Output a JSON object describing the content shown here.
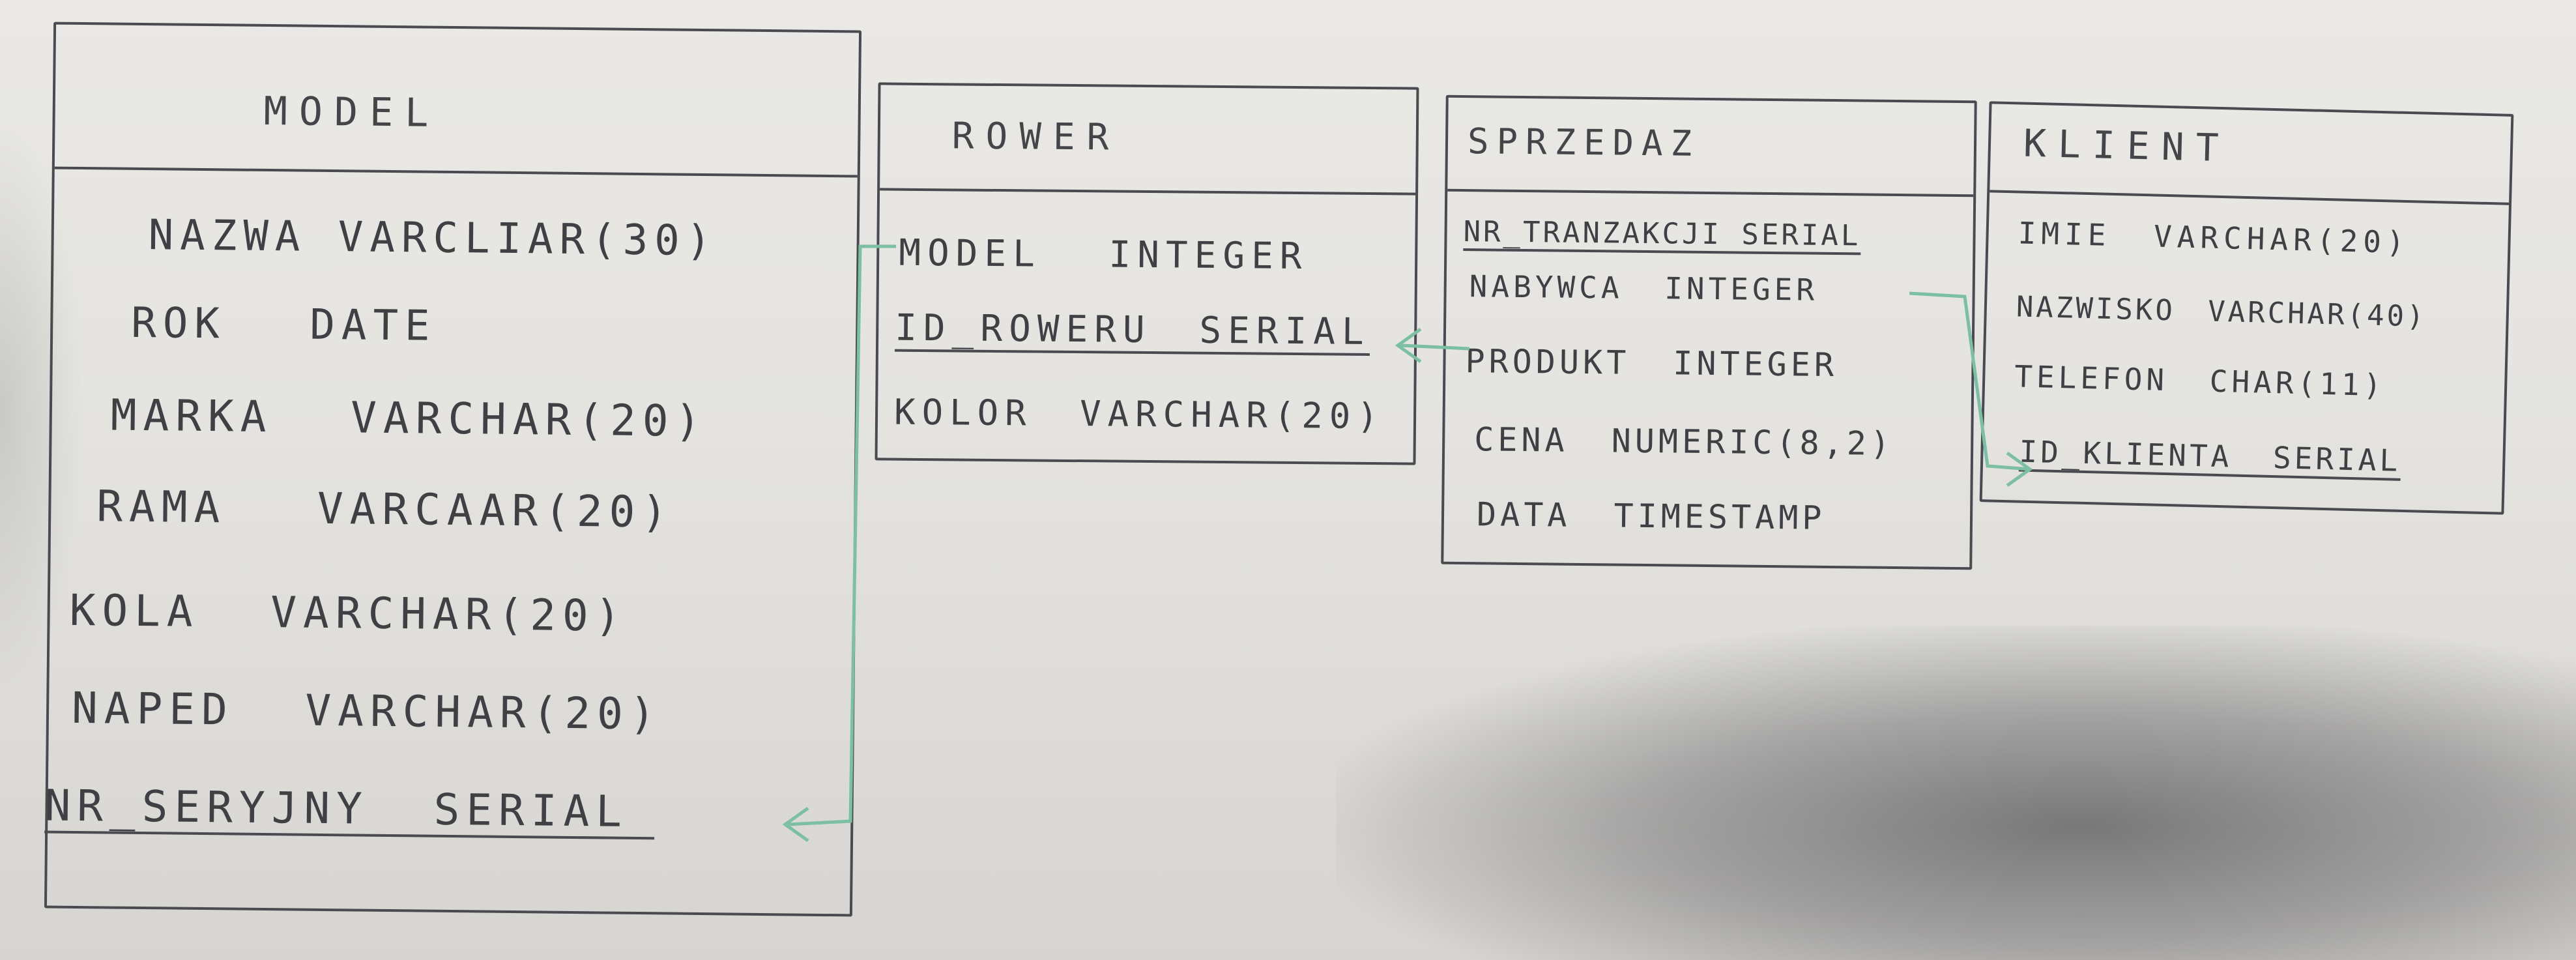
{
  "entities": {
    "model": {
      "title": "MODEL",
      "attributes": [
        "NAZWA VARCLIAR(30)",
        "ROK DATE",
        "MARKA VARCHAR(20)",
        "RAMA VARCAAR(20)",
        "KOLA VARCHAR(20)",
        "NAPED VARCHAR(20)",
        "NR_SERYJNY SERIAL"
      ]
    },
    "rower": {
      "title": "ROWER",
      "attributes": [
        "MODEL INTEGER",
        "ID_ROWERU SERIAL",
        "KOLOR VARCHAR(20)"
      ]
    },
    "sprzedaz": {
      "title": "SPRZEDAZ",
      "attributes": [
        "NR_TRANZAKCJI SERIAL",
        "NABYWCA INTEGER",
        "PRODUKT INTEGER",
        "CENA NUMERIC(8,2)",
        "DATA TIMESTAMP"
      ]
    },
    "klient": {
      "title": "KLIENT",
      "attributes": [
        "IMIE VARCHAR(20)",
        "NAZWISKO VARCHAR(40)",
        "TELEFON CHAR(11)",
        "ID_KLIENTA SERIAL"
      ]
    }
  },
  "colors": {
    "ink": "#4a4a50",
    "relation_ink": "#7dbfa4"
  }
}
